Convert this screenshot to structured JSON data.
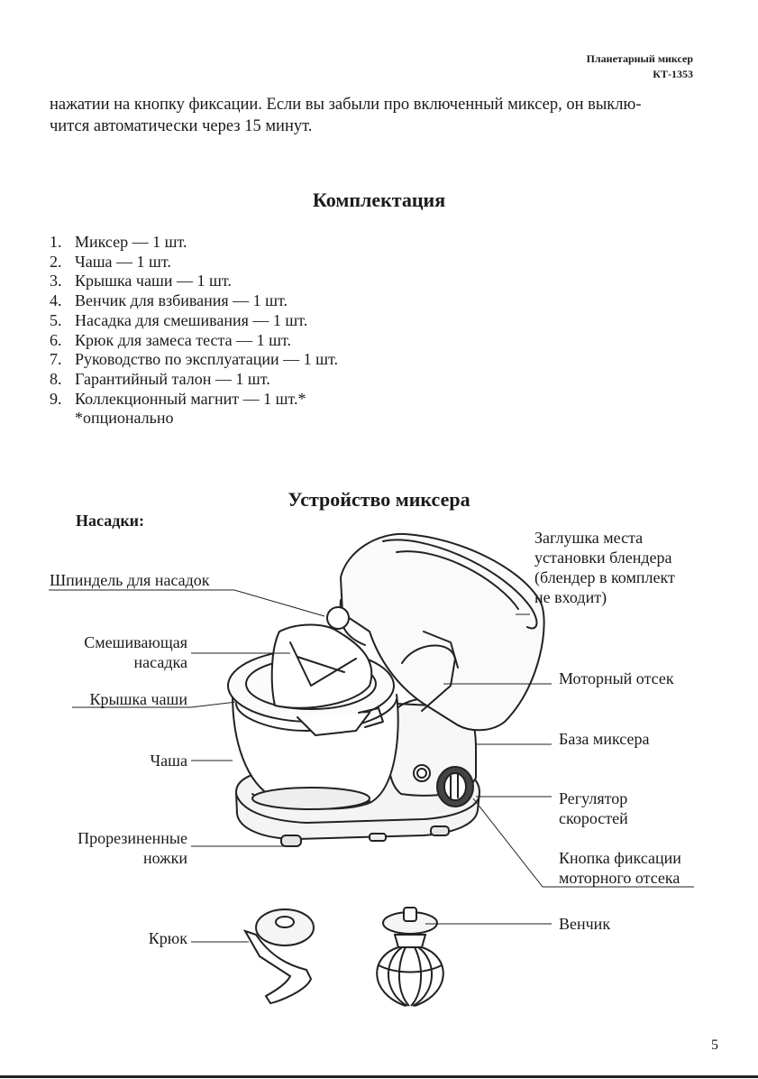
{
  "header": {
    "product": "Планетарный миксер",
    "model": "КТ-1353"
  },
  "intro_text": "нажатии на кнопку фиксации. Если вы забыли про включенный миксер, он выклю-чится автоматически через 15 минут.",
  "intro_lines": [
    "нажатии на кнопку фиксации. Если вы забыли про включенный миксер, он выклю-",
    "чится автоматически через 15 минут."
  ],
  "contents": {
    "title": "Комплектация",
    "items": [
      {
        "num": "1.",
        "text": "Миксер — 1 шт."
      },
      {
        "num": "2.",
        "text": "Чаша — 1 шт."
      },
      {
        "num": "3.",
        "text": "Крышка чаши — 1 шт."
      },
      {
        "num": "4.",
        "text": "Венчик для взбивания — 1 шт."
      },
      {
        "num": "5.",
        "text": "Насадка для смешивания — 1 шт."
      },
      {
        "num": "6.",
        "text": "Крюк для замеса теста — 1 шт."
      },
      {
        "num": "7.",
        "text": "Руководство по эксплуатации — 1 шт."
      },
      {
        "num": "8.",
        "text": "Гарантийный талон — 1 шт."
      },
      {
        "num": "9.",
        "text": "Коллекционный магнит — 1 шт.*"
      }
    ],
    "footnote": "*опционально"
  },
  "device": {
    "title": "Устройство миксера",
    "attachments_label": "Насадки:",
    "labels": {
      "spindle": "Шпиндель для насадок",
      "mixing_1": "Смешивающая",
      "mixing_2": "насадка",
      "bowl_lid": "Крышка чаши",
      "bowl": "Чаша",
      "feet_1": "Прорезиненные",
      "feet_2": "ножки",
      "hook": "Крюк",
      "blender_plug_1": "Заглушка места",
      "blender_plug_2": "установки блендера",
      "blender_plug_3": "(блендер в комплект",
      "blender_plug_4": "не входит)",
      "motor": "Моторный отсек",
      "base": "База миксера",
      "speed_1": "Регулятор",
      "speed_2": "скоростей",
      "lock_1": "Кнопка фиксации",
      "lock_2": "моторного отсека",
      "whisk": "Венчик"
    }
  },
  "page_number": "5"
}
